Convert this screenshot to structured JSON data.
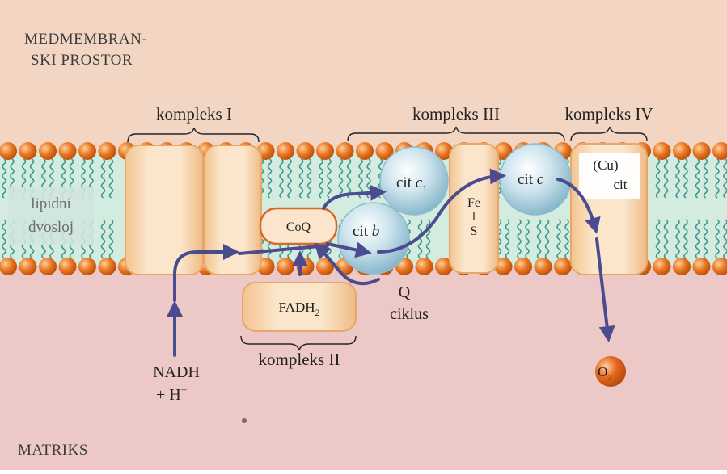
{
  "regions": {
    "intermembrane_line1": "MEDMEMBRAN-",
    "intermembrane_line2": "SKI PROSTOR",
    "matrix": "MATRIKS"
  },
  "bilayer_label_line1": "lipidni",
  "bilayer_label_line2": "dvosloj",
  "complexes": {
    "c1": "kompleks I",
    "c2": "kompleks II",
    "c3": "kompleks III",
    "c4": "kompleks IV"
  },
  "components": {
    "coq": "CoQ",
    "fadh_main": "FADH",
    "fadh_sub": "2",
    "cyt_c1_main": "cit ",
    "cyt_c1_italic": "c",
    "cyt_c1_sub": "1",
    "cyt_b_main": "cit ",
    "cyt_b_italic": "b",
    "cyt_c_main": "cit ",
    "cyt_c_italic": "c",
    "fe": "Fe",
    "s": "S",
    "cu": "(Cu)",
    "cit_a": "cit"
  },
  "q_cycle_line1": "Q",
  "q_cycle_line2": "ciklus",
  "nadh_line1": "NADH",
  "nadh_line2_main": "+ H",
  "nadh_line2_sup": "+",
  "oxygen_main": "O",
  "oxygen_sub": "2",
  "colors": {
    "intermembrane_bg": "#f2d6c3",
    "matrix_bg": "#ecc9c7",
    "bilayer": "#d3ecdf",
    "lipid_head": "#e5701d",
    "tail": "#3d9a8f",
    "complex_fill": "#f7d6ad",
    "complex_stroke": "#e5a66b",
    "cytochrome": "#b6d8e4",
    "arrow": "#4d4b8f",
    "oxygen": "#e0651e"
  }
}
